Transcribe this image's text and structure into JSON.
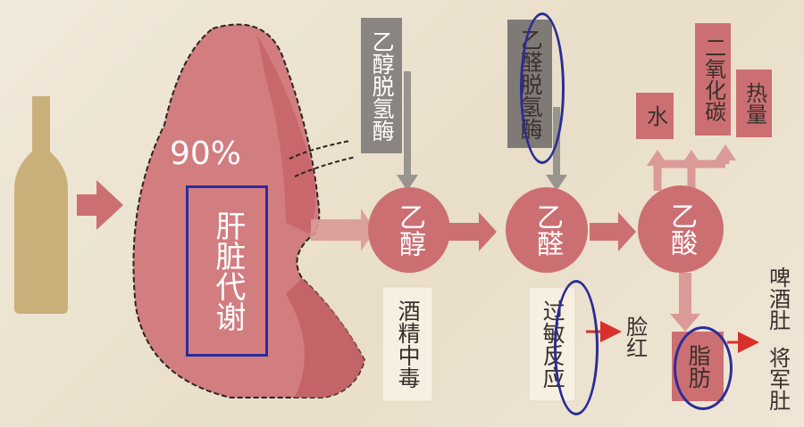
{
  "liver": {
    "percent": "90%",
    "label": "肝脏代谢"
  },
  "enzymes": {
    "alcohol_dehydrogenase": "乙醇脱氢酶",
    "aldehyde_dehydrogenase": "乙醛脱氢酶"
  },
  "nodes": {
    "ethanol": "乙醇",
    "acetaldehyde": "乙醛",
    "acetic_acid": "乙酸"
  },
  "products": {
    "water": "水",
    "co2": "二氧化碳",
    "heat": "热量"
  },
  "effects": {
    "intoxication": "酒精中毒",
    "allergy": "过敏反应",
    "flush": "脸红",
    "fat": "脂肪",
    "belly_line1": "啤酒肚",
    "belly_line2": "将军肚"
  },
  "colors": {
    "background": "#ece3d2",
    "pink": "#cc6f73",
    "light_pink": "#d99a98",
    "gray": "#8a8581",
    "bottle": "#c9b07a",
    "circle_outline": "#2c2d94",
    "red_arrow": "#d8302a"
  }
}
